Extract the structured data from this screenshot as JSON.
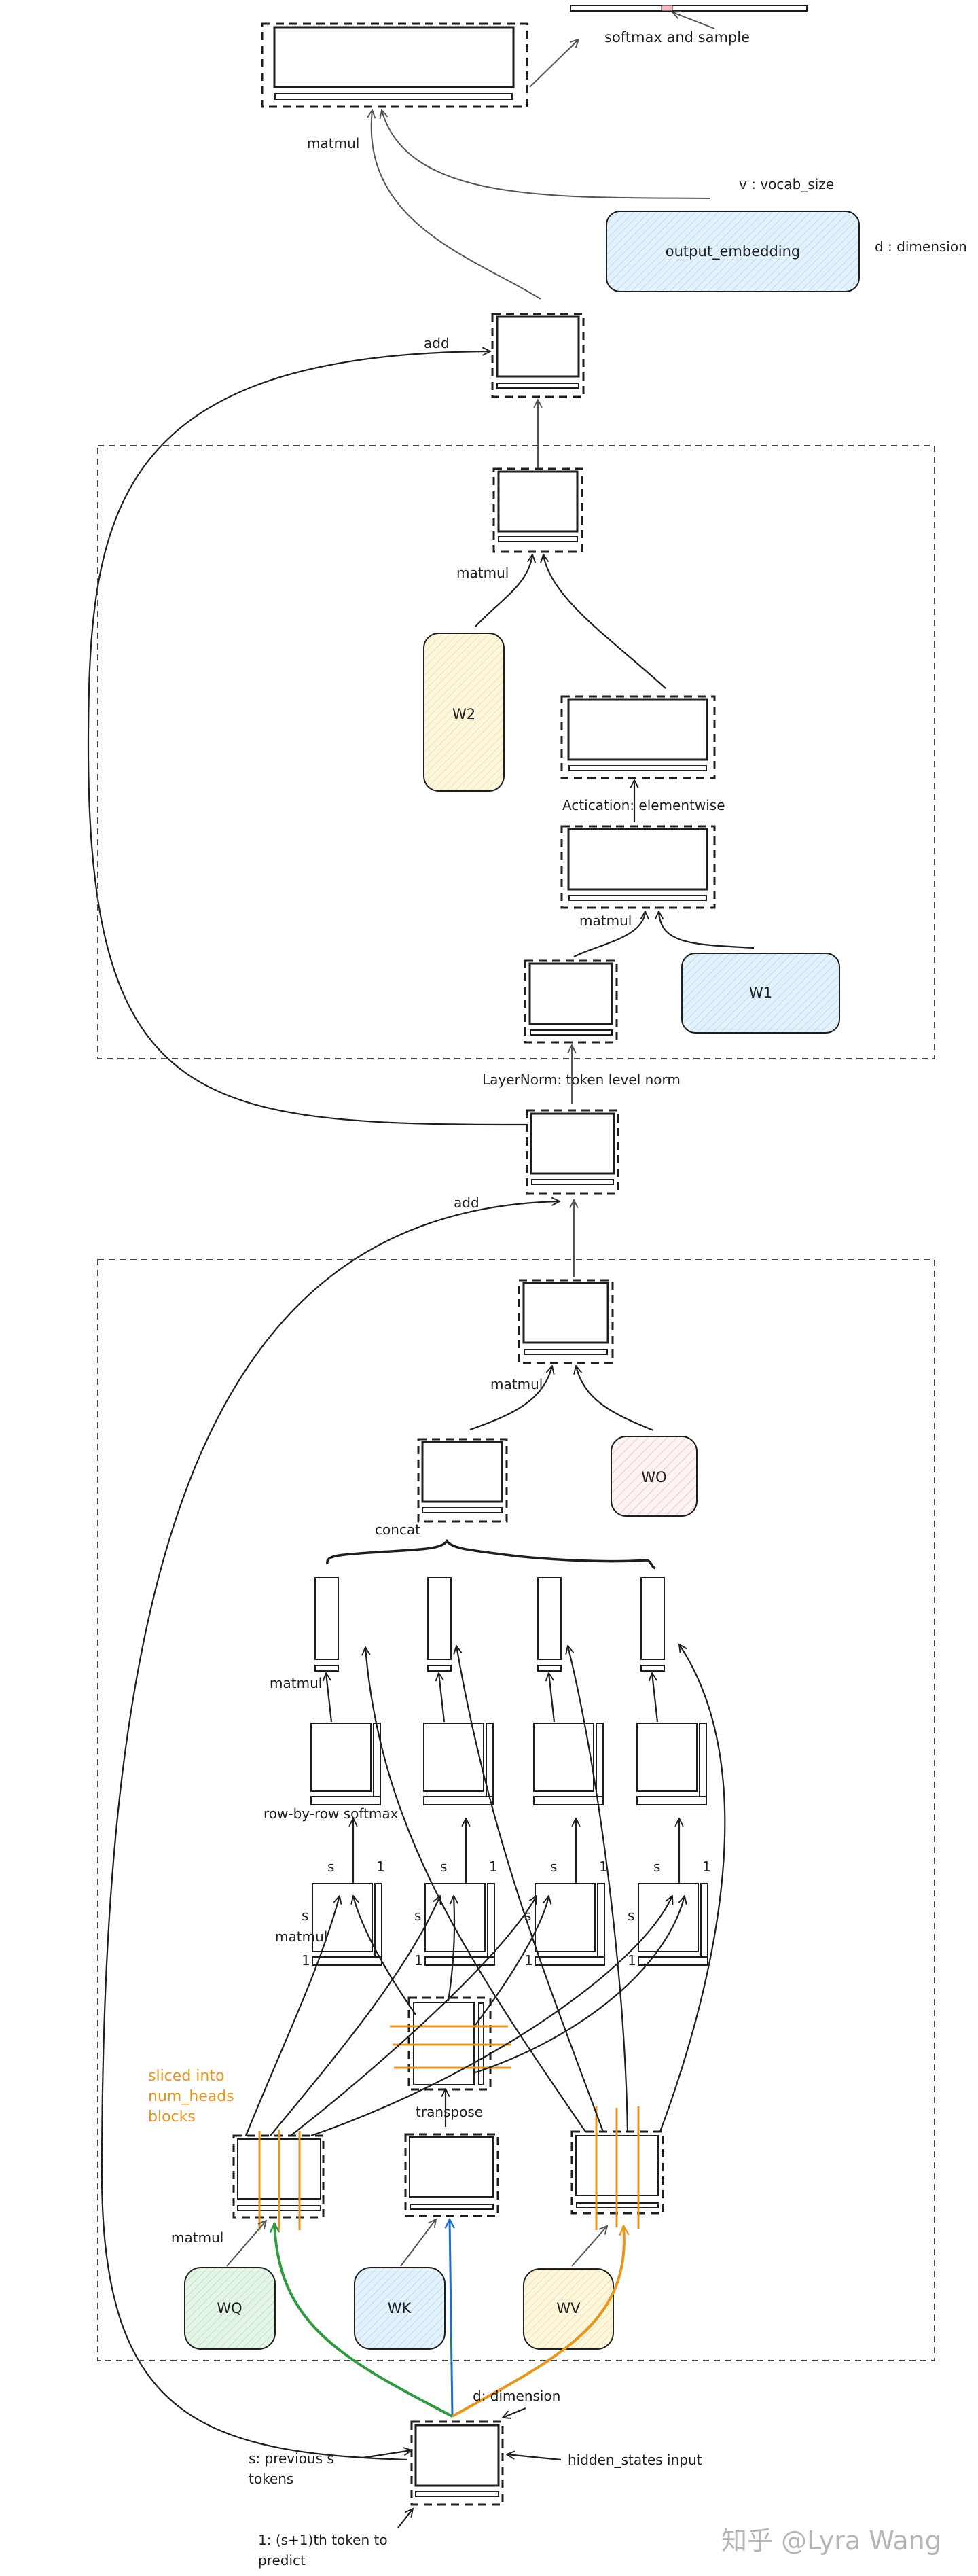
{
  "title": "Transformer decoder layer forward pass (single token prediction)",
  "colors": {
    "weight_blue": "#e3f1fb",
    "weight_yellow": "#fbf6dc",
    "weight_green": "#e4f4e6",
    "weight_pink": "#fbe9e9",
    "slice_orange": "#e8951d",
    "q_path_green": "#2f9a3f",
    "k_path_blue": "#1c6fc8",
    "v_path_orange": "#e8951d",
    "sampled_token": "#f6b9bd",
    "watermark": "#b5b5b5"
  },
  "output": {
    "softmax_label": "softmax and sample",
    "matmul_label": "matmul",
    "vocab_label": "v : vocab_size",
    "dimension_label": "d : dimension",
    "embedding_label": "output_embedding"
  },
  "ffn": {
    "add_label": "add",
    "matmul_top_label": "matmul",
    "w2_label": "W2",
    "activation_label": "Actication: elementwise",
    "matmul_bottom_label": "matmul",
    "w1_label": "W1",
    "layernorm_label": "LayerNorm: token level norm"
  },
  "attention": {
    "add_label": "add",
    "matmul_out_label": "matmul",
    "wo_label": "WO",
    "concat_label": "concat",
    "matmul_heads_label": "matmul",
    "softmax_label": "row-by-row softmax",
    "dim_s": "s",
    "dim_1": "1",
    "matmul_scores_label": "matmul",
    "slice_note": [
      "sliced into",
      "num_heads",
      "blocks"
    ],
    "transpose_label": "transpose",
    "matmul_proj_label": "matmul",
    "wq_label": "WQ",
    "wk_label": "WK",
    "wv_label": "WV",
    "num_heads": 4
  },
  "input": {
    "dimension_label": "d: dimension",
    "hidden_label": "hidden_states input",
    "prev_tokens_label": [
      "s: previous s",
      "tokens"
    ],
    "predict_label": [
      "1: (s+1)th token to",
      "predict"
    ]
  },
  "watermark": "知乎 @Lyra Wang"
}
